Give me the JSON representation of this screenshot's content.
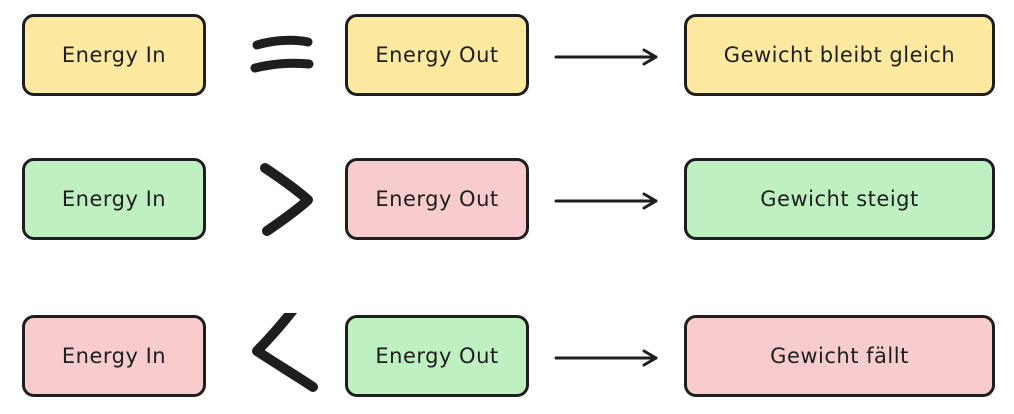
{
  "diagram": {
    "rows": [
      {
        "energy_in": "Energy In",
        "operator": "=",
        "energy_out": "Energy Out",
        "result": "Gewicht bleibt gleich"
      },
      {
        "energy_in": "Energy In",
        "operator": ">",
        "energy_out": "Energy Out",
        "result": "Gewicht steigt"
      },
      {
        "energy_in": "Energy In",
        "operator": "<",
        "energy_out": "Energy Out",
        "result": "Gewicht fällt"
      }
    ]
  },
  "colors": {
    "yellow": "#fdeaa0",
    "green": "#bff0c2",
    "red": "#f8cccc",
    "stroke": "#1e1e1e"
  }
}
